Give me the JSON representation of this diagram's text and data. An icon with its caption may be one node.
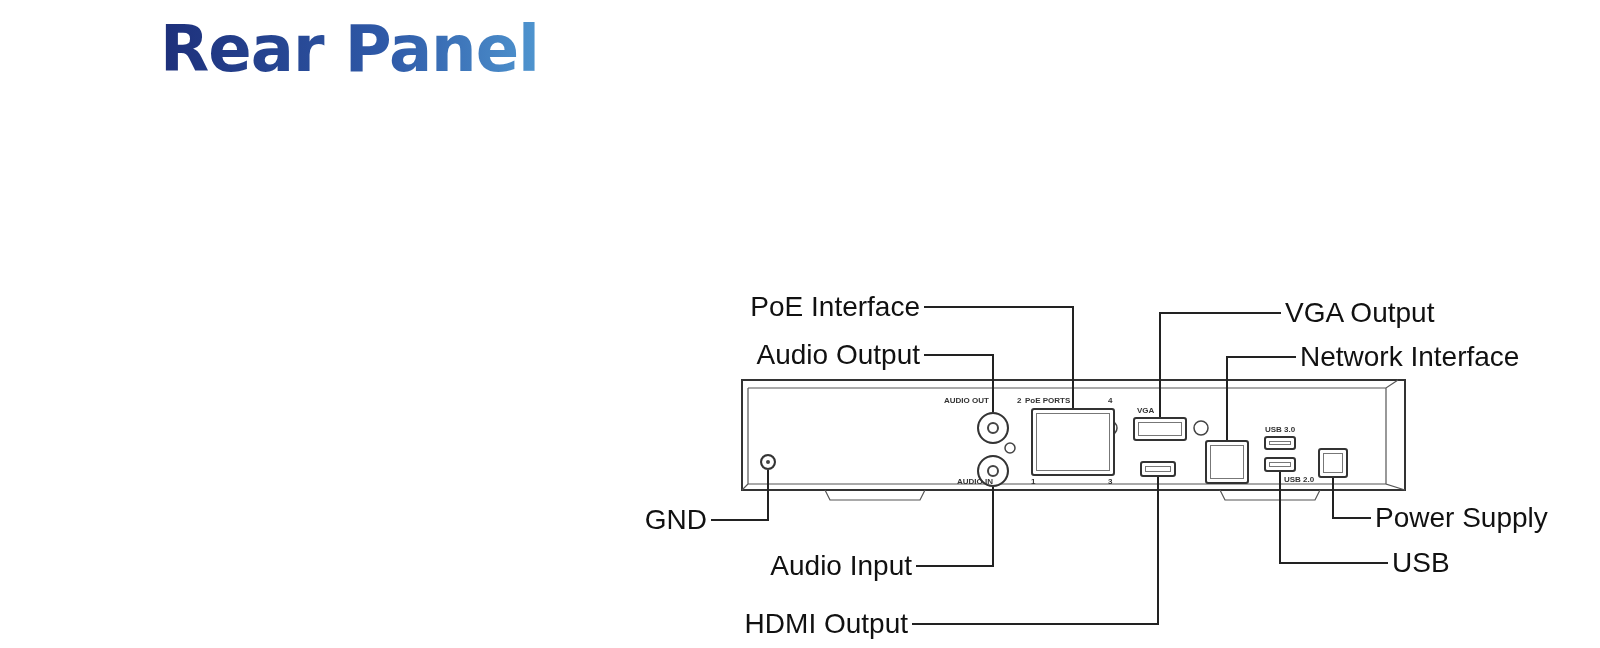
{
  "diagram": {
    "title": "Rear Panel",
    "nodes": [
      {
        "text": [
          "PoE Interface"
        ]
      },
      {
        "text": [
          "Audio Output"
        ]
      },
      {
        "text": [
          "VGA Output"
        ]
      },
      {
        "text": [
          "Network Interface"
        ]
      },
      {
        "text": [
          "GND"
        ]
      },
      {
        "text": [
          "Audio Input"
        ]
      },
      {
        "text": [
          "HDMI Output"
        ]
      },
      {
        "text": [
          "Power Supply"
        ]
      },
      {
        "text": [
          "USB"
        ]
      },
      {
        "text": [],
        "shape": "circle"
      },
      {
        "text": [],
        "shape": "circle"
      },
      {
        "text": [],
        "shape": "circle"
      },
      {
        "text": [],
        "shape": "box"
      },
      {
        "text": [],
        "shape": "box"
      },
      {
        "text": [],
        "shape": "box"
      },
      {
        "text": [],
        "shape": "box"
      },
      {
        "text": [],
        "shape": "box"
      },
      {
        "text": [],
        "shape": "box"
      },
      {
        "text": [],
        "shape": "box"
      }
    ],
    "edges": [
      {
        "from": 0,
        "to": 12,
        "arrow": "none"
      },
      {
        "from": 1,
        "to": 10,
        "arrow": "none"
      },
      {
        "from": 2,
        "to": 13,
        "arrow": "none"
      },
      {
        "from": 3,
        "to": 15,
        "arrow": "none"
      },
      {
        "from": 4,
        "to": 9,
        "arrow": "none"
      },
      {
        "from": 5,
        "to": 11,
        "arrow": "none"
      },
      {
        "from": 6,
        "to": 14,
        "arrow": "none"
      },
      {
        "from": 7,
        "to": 18,
        "arrow": "none"
      },
      {
        "from": 8,
        "to": 17,
        "arrow": "none"
      }
    ],
    "labels": [
      "AUDIO OUT",
      "2",
      "PoE PORTS",
      "4",
      "VGA",
      "USB 3.0",
      "AUDIO IN",
      "1",
      "3",
      "USB 2.0"
    ]
  }
}
